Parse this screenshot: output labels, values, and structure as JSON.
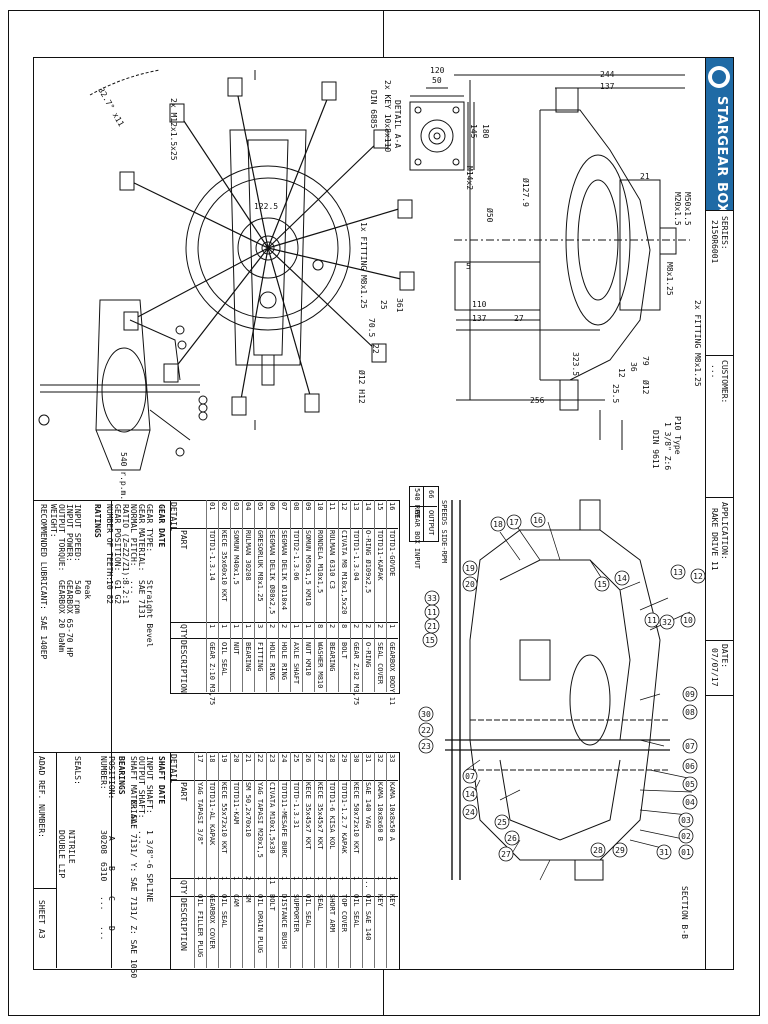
{
  "title_block": {
    "company": "STARGEAR BOXES",
    "series_label": "SERIES:",
    "series_value": "2150R6001",
    "customer_label": "CUSTOMER:",
    "customer_value": "...",
    "application_label": "APPLICATION:",
    "application_value": "RAKE DRIVE 11",
    "date_label": "DATE:",
    "date_value": "07/07/17",
    "sheet": "SHEET A3",
    "adad_ref": "ADAD REF. NUMBER:"
  },
  "section_label": "SECTION B-B",
  "detail_label": "DETAIL A-A",
  "speed_box": {
    "header": "SPEEDS SIDE-RPM",
    "row1_rpm": "540 RPM",
    "row1_desc": "GEAR BOX INPUT",
    "row2_rpm": "66",
    "row2_desc": "OUTPUT"
  },
  "view_note": "540 r.p.m.",
  "dims": {
    "d244": "244",
    "d137a": "137",
    "d120": "120",
    "d50": "50",
    "d145": "145",
    "d180": "180",
    "d122": "122.5",
    "d110": "110",
    "d137b": "137",
    "d27": "27",
    "d256": "256",
    "d21": "21",
    "d5": "5",
    "d255": "25.5",
    "d3235": "323.5",
    "d79": "79",
    "d36": "36",
    "d12": "12",
    "d25": "25",
    "d705": "70.5",
    "d22": "22",
    "d361": "361",
    "m50": "M50x1.5",
    "m20": "M20x1.5",
    "m8": "M8x1.25",
    "m14": "M14x2",
    "ang": "32.7° x11",
    "key": "2x KEY 10x8x110",
    "din": "DIN 6885",
    "bolts": "2x M12x1.5x25",
    "fit1": "1x FITTING M8x1.25",
    "fit2": "2x FITTING M8x1.25",
    "phi127": "Ø127.9",
    "phi50": "Ø50",
    "phi2": "Ø12 H12",
    "phi3": "Ø12",
    "din2": "DIN 9611",
    "p10": "P10 Type",
    "p10b": "1 3/8\" Z:6"
  },
  "parts_left": {
    "headers": [
      "DETAIL",
      "PART",
      "QTY",
      "DESCRIPTION"
    ],
    "rows": [
      [
        "16",
        "TDTD1-GOVDE",
        "1",
        "GEARBOX BODY 11"
      ],
      [
        "15",
        "TDTD11-KAPAK",
        "2",
        "SEAL COVER"
      ],
      [
        "14",
        "O-RING Ø109x2,5",
        "2",
        "O-RING"
      ],
      [
        "13",
        "TDTD1-1.3.04",
        "2",
        "GEAR Z:82 M3,75"
      ],
      [
        "12",
        "CIVATA M8 M10x1,5x20",
        "8",
        "BOLT"
      ],
      [
        "11",
        "RULMAN 6310 C3",
        "2",
        "BEARING"
      ],
      [
        "10",
        "RONDELA M10x1,5",
        "8",
        "WASHER M810"
      ],
      [
        "09",
        "SOMUN M50x1,5 KM10",
        "1",
        "NUT KM10"
      ],
      [
        "08",
        "TDTD2-1.3.06",
        "1",
        "AXLE SHAFT"
      ],
      [
        "07",
        "SEGMAN DELIK Ø110x4",
        "2",
        "HOLE RING"
      ],
      [
        "06",
        "SEGMAN DELIK Ø80x2,5",
        "2",
        "HOLE RING"
      ],
      [
        "05",
        "GRESORLUK M8x1.25",
        "3",
        "FITTING"
      ],
      [
        "04",
        "RULMAN 30208",
        "1",
        "BEARING"
      ],
      [
        "03",
        "SOMUN M40x1,5",
        "1",
        "NUT"
      ],
      [
        "02",
        "KECE 35x60x10 KKT",
        "1",
        "OIL SEAL"
      ],
      [
        "01",
        "TDTD1-1.3.14",
        "1",
        "GEAR Z:10 M3,75"
      ]
    ]
  },
  "parts_right": {
    "headers": [
      "DETAIL",
      "PART",
      "QTY",
      "DESCRIPTION"
    ],
    "rows": [
      [
        "33",
        "KAMA 10x8x50 A",
        "1",
        "KEY"
      ],
      [
        "32",
        "KAMA 10x8x60 B",
        "1",
        "KEY"
      ],
      [
        "31",
        "SAE 140 YAG",
        "...",
        "OIL SAE 140"
      ],
      [
        "30",
        "KECE 50x72x10 KKT",
        "1",
        "OIL SEAL"
      ],
      [
        "29",
        "TDTD1-1.2.7 KAPAK",
        "1",
        "TOP COVER"
      ],
      [
        "28",
        "TDTD1-6 KISA KOL",
        "1",
        "SHORT ARM"
      ],
      [
        "27",
        "KECE 35x45x7 KKT",
        "1",
        "SEAL"
      ],
      [
        "26",
        "KECE 35x45x7 KKT",
        "1",
        "OIL SEAL"
      ],
      [
        "25",
        "TDTD-1.3.31",
        "1",
        "SUPPORTER"
      ],
      [
        "24",
        "TDTD11-MESAFE BURC",
        "1",
        "DISTANCE BUSH"
      ],
      [
        "23",
        "CIVATA M10x1,5x30",
        "11",
        "BOLT"
      ],
      [
        "22",
        "YAG TAPASI M20x1,5",
        "1",
        "OIL DRAIN PLUG"
      ],
      [
        "21",
        "SM 50,2x70x10",
        "2",
        "SM"
      ],
      [
        "20",
        "TDTD11-KAM",
        "1",
        "CAM"
      ],
      [
        "19",
        "KECE 55x72x10 KKT",
        "1",
        "OIL SEAL"
      ],
      [
        "18",
        "TDTD11-AL KAPAK",
        "1",
        "GEARBOX COVER"
      ],
      [
        "17",
        "YAG TAPASI 3/8\"",
        "1",
        "OIL FILLER PLUG"
      ]
    ]
  },
  "gear_data": {
    "title": "GEAR DATE",
    "rows": [
      [
        "GEAR TYPE:",
        "Straight Bevel"
      ],
      [
        "GEAR MATERIAL:",
        "SAE 7131"
      ],
      [
        "NORMAL PITCH:",
        "..."
      ],
      [
        "RATIO (Z=Z2/Z1):",
        "8.2:1"
      ],
      [
        "GEAR POSITION:",
        "G1  G2"
      ],
      [
        "NUMBER OF TEETH:",
        "10  82"
      ]
    ]
  },
  "ratings": {
    "title": "RATINGS",
    "peak": "Peak",
    "rows": [
      [
        "INPUT SPEED:",
        "540 rpm"
      ],
      [
        "INPUT POWER:",
        "GEARBOX 65-70 HP"
      ],
      [
        "OUTPUT TORQUE:",
        "GEARBOX 20 DaNm"
      ],
      [
        "WEIGHT:",
        ""
      ],
      [
        "RECOMMENDED LUBRICANT:",
        "SAE 140EP"
      ]
    ]
  },
  "shaft_data": {
    "title": "SHAFT DATE",
    "rows": [
      [
        "INPUT SHAFT:",
        "1 3/8\"-6 SPLINE"
      ],
      [
        "OUTPUT SHAFT:",
        "..."
      ],
      [
        "SHAFT MATERIAL:",
        "X: SAE 7131/ Y: SAE 7131/ Z: SAE 1050"
      ]
    ]
  },
  "bearings": {
    "title": "BEARINGS",
    "position_label": "POSITION:",
    "number_label": "NUMBER:",
    "positions": [
      "A",
      "B",
      "C",
      "D"
    ],
    "numbers": [
      "30208",
      "6310",
      "...",
      "..."
    ]
  },
  "seals": {
    "title": "SEALS:",
    "values": [
      "NITRILE",
      "DOUBLE LIP"
    ]
  },
  "callouts_section": [
    "18",
    "17",
    "16",
    "15",
    "14",
    "13",
    "12",
    "10",
    "11",
    "32",
    "09",
    "08",
    "07",
    "06",
    "05",
    "04",
    "03",
    "02",
    "01",
    "31",
    "29",
    "28",
    "27",
    "26",
    "25",
    "24",
    "14",
    "07",
    "23",
    "22",
    "30",
    "21",
    "11",
    "33",
    "19",
    "20",
    "15"
  ]
}
